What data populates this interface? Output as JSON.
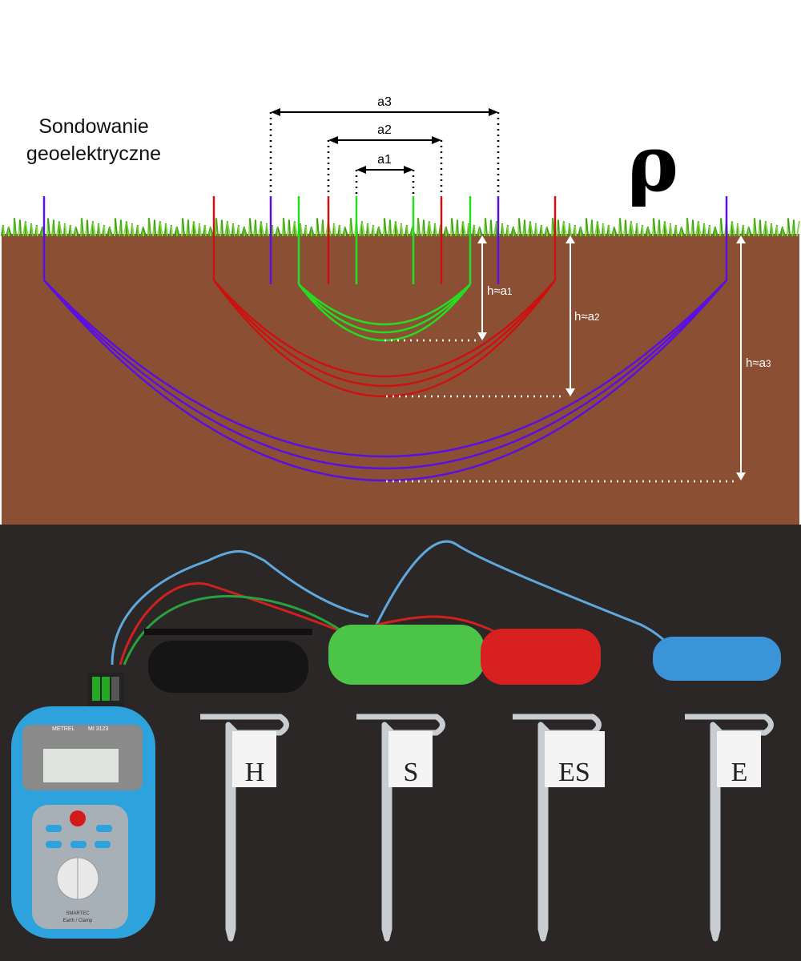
{
  "diagram": {
    "title_line1": "Sondowanie",
    "title_line2": "geoelektryczne",
    "rho_symbol": "ρ",
    "spacing_labels": [
      "a1",
      "a2",
      "a3"
    ],
    "depth_labels": [
      {
        "prefix": "h≈a",
        "sub": "1"
      },
      {
        "prefix": "h≈a",
        "sub": "2"
      },
      {
        "prefix": "h≈a",
        "sub": "3"
      }
    ],
    "colors": {
      "soil": "#8b5034",
      "grass": "#5fbf2a",
      "green": "#22dd22",
      "red": "#cc1111",
      "purple": "#5a10e0"
    }
  },
  "photo": {
    "stake_labels": [
      "H",
      "S",
      "ES",
      "E"
    ],
    "device_brand": "METREL",
    "device_model": "MI 3123",
    "device_name": "SMARTEC",
    "device_subtitle": "Earth / Clamp"
  }
}
